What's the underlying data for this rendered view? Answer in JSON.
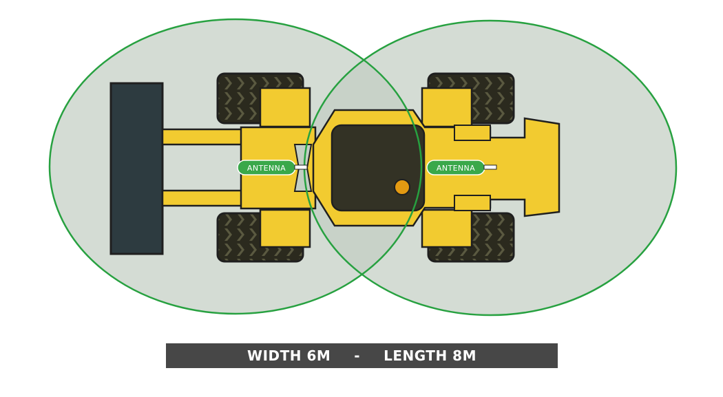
{
  "diagram": {
    "antennas": [
      {
        "label": "ANTENNA"
      },
      {
        "label": "ANTENNA"
      }
    ],
    "caption": {
      "width_text": "WIDTH 6M",
      "separator": "-",
      "length_text": "LENGTH 8M"
    },
    "colors": {
      "machine_body": "#f2cb30",
      "machine_outline": "#1f1f1f",
      "blade": "#2d3b40",
      "cab": "#333225",
      "tire": "#2b2a1e",
      "range_fill": "#c3cfc3",
      "range_stroke": "#27a140",
      "antenna_badge": "#3aa84a",
      "caption_bar": "#474747"
    }
  }
}
